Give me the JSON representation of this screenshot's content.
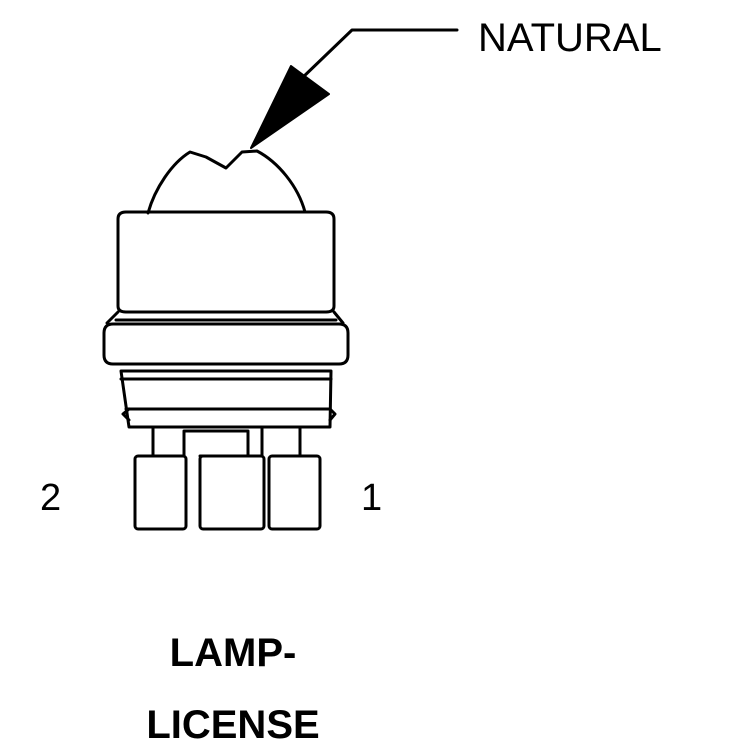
{
  "callout": {
    "text": "NATURAL"
  },
  "pins": {
    "left": "2",
    "right": "1"
  },
  "title": {
    "line1": "LAMP-",
    "line2": "LICENSE"
  },
  "colors": {
    "stroke": "#000000",
    "background": "#ffffff"
  }
}
